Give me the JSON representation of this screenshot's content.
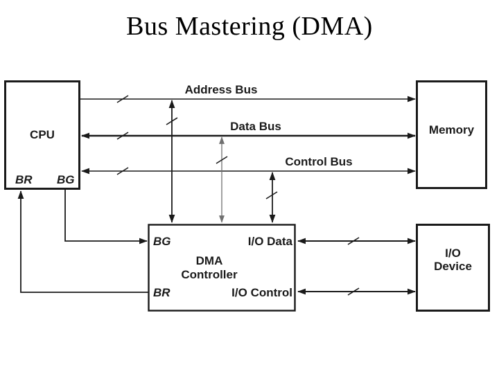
{
  "title": "Bus Mastering (DMA)",
  "nodes": {
    "cpu": {
      "label": "CPU",
      "pin_br": "BR",
      "pin_bg": "BG"
    },
    "memory": {
      "label": "Memory"
    },
    "dma": {
      "line1": "DMA",
      "line2": "Controller",
      "pin_bg": "BG",
      "pin_br": "BR",
      "port_data": "I/O Data",
      "port_control": "I/O Control"
    },
    "io_device": {
      "line1": "I/O",
      "line2": "Device"
    }
  },
  "buses": {
    "address": {
      "label": "Address Bus"
    },
    "data": {
      "label": "Data Bus"
    },
    "control": {
      "label": "Control Bus"
    }
  },
  "colors": {
    "ink": "#1a1a1a",
    "gray_line": "#777777",
    "background": "#ffffff"
  }
}
